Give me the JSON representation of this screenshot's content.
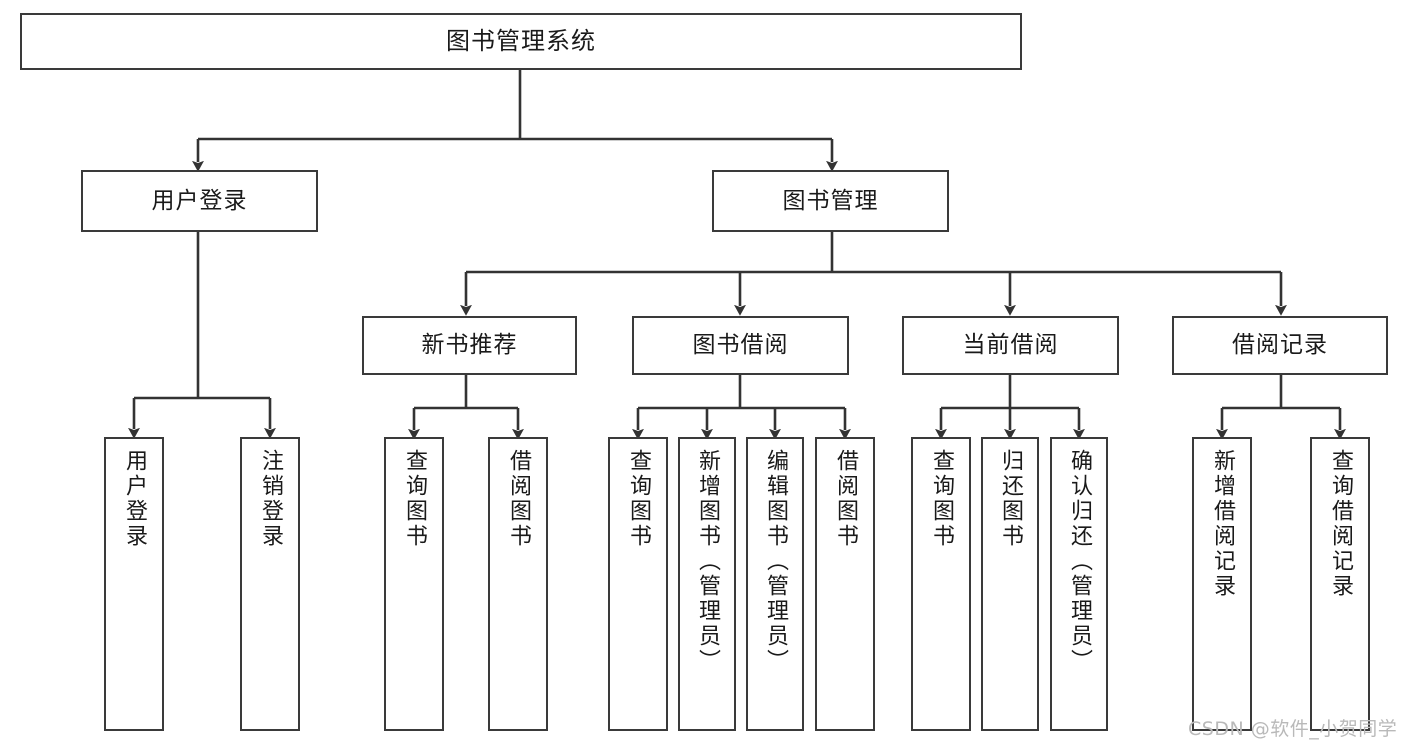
{
  "diagram": {
    "title": "图书管理系统",
    "type": "functional-structure-tree",
    "root": {
      "id": "root",
      "label": "图书管理系统"
    },
    "level2": [
      {
        "id": "user-login",
        "label": "用户登录"
      },
      {
        "id": "book-manage",
        "label": "图书管理"
      }
    ],
    "level3": [
      {
        "id": "new-book-recommend",
        "label": "新书推荐",
        "parent": "book-manage"
      },
      {
        "id": "book-borrow",
        "label": "图书借阅",
        "parent": "book-manage"
      },
      {
        "id": "current-borrow",
        "label": "当前借阅",
        "parent": "book-manage"
      },
      {
        "id": "borrow-record",
        "label": "借阅记录",
        "parent": "book-manage"
      }
    ],
    "leaves": [
      {
        "id": "leaf-user-login",
        "label": "用户登录",
        "parent": "user-login"
      },
      {
        "id": "leaf-user-logout",
        "label": "注销登录",
        "parent": "user-login"
      },
      {
        "id": "leaf-query-book-1",
        "label": "查询图书",
        "parent": "new-book-recommend"
      },
      {
        "id": "leaf-borrow-book-1",
        "label": "借阅图书",
        "parent": "new-book-recommend"
      },
      {
        "id": "leaf-query-book-2",
        "label": "查询图书",
        "parent": "book-borrow"
      },
      {
        "id": "leaf-add-book",
        "label": "新增图书（管理员）",
        "parent": "book-borrow"
      },
      {
        "id": "leaf-edit-book",
        "label": "编辑图书（管理员）",
        "parent": "book-borrow"
      },
      {
        "id": "leaf-borrow-book-2",
        "label": "借阅图书",
        "parent": "book-borrow"
      },
      {
        "id": "leaf-query-book-3",
        "label": "查询图书",
        "parent": "current-borrow"
      },
      {
        "id": "leaf-return-book",
        "label": "归还图书",
        "parent": "current-borrow"
      },
      {
        "id": "leaf-confirm-return",
        "label": "确认归还（管理员）",
        "parent": "current-borrow"
      },
      {
        "id": "leaf-add-record",
        "label": "新增借阅记录",
        "parent": "borrow-record"
      },
      {
        "id": "leaf-query-record",
        "label": "查询借阅记录",
        "parent": "borrow-record"
      }
    ]
  },
  "watermark": {
    "text": "CSDN @软件_小贺同学"
  },
  "colors": {
    "background": "#ffffff",
    "box_border": "#3a3a3a",
    "text": "#1a1a1a",
    "connector": "#333333",
    "watermark": "#b9b9b9"
  }
}
